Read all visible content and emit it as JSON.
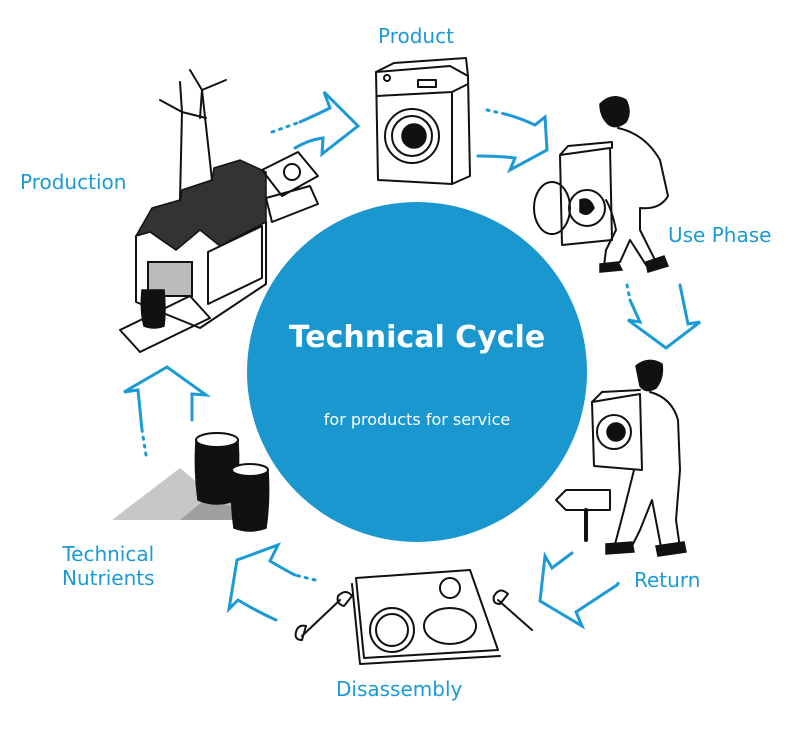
{
  "diagram": {
    "center": {
      "title": "Technical Cycle",
      "subtitle": "for products for service"
    },
    "stages": [
      {
        "id": "product",
        "label": "Product",
        "illustration": "washing-machine"
      },
      {
        "id": "use-phase",
        "label": "Use Phase",
        "illustration": "man-using-washing-machine"
      },
      {
        "id": "return",
        "label": "Return",
        "illustration": "man-carrying-washing-machine-with-signpost"
      },
      {
        "id": "disassembly",
        "label": "Disassembly",
        "illustration": "disassembled-parts-with-wrenches"
      },
      {
        "id": "technical-nutrients",
        "label": "Technical Nutrients",
        "label_lines": [
          "Technical",
          "Nutrients"
        ],
        "illustration": "barrels-and-granulate-piles"
      },
      {
        "id": "production",
        "label": "Production",
        "illustration": "factory-with-wind-turbines"
      }
    ],
    "flow": [
      "Production",
      "Product",
      "Use Phase",
      "Return",
      "Disassembly",
      "Technical Nutrients",
      "Production"
    ],
    "colors": {
      "accent": "#1c9ad6",
      "hub": "#1b97cf",
      "ink": "#111111",
      "background": "#ffffff"
    }
  }
}
